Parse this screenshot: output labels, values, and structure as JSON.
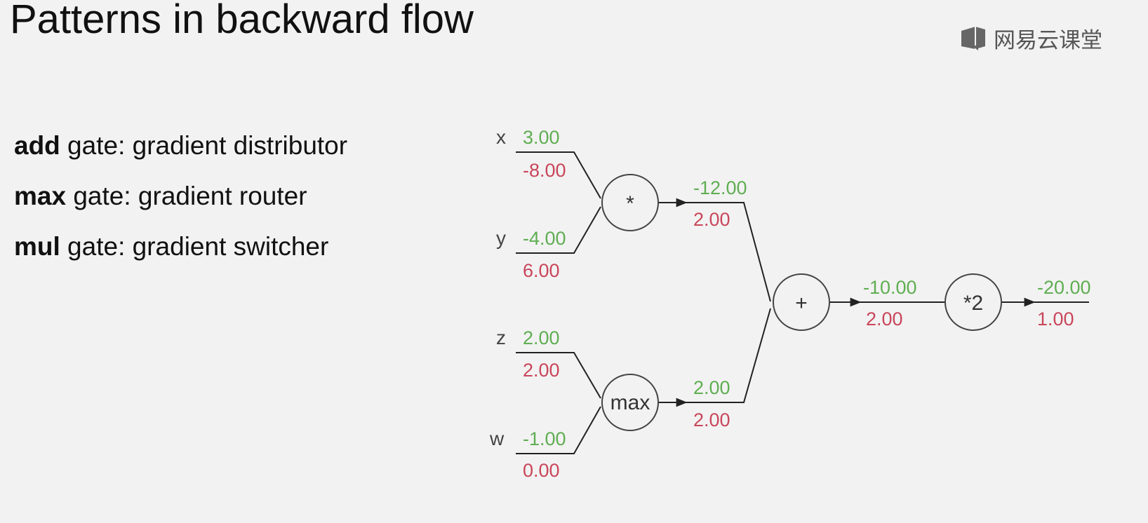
{
  "title": "Patterns in backward flow",
  "logo": {
    "text": "网易云课堂"
  },
  "bullets": [
    {
      "gate": "add",
      "rest": " gate: gradient distributor"
    },
    {
      "gate": "max",
      "rest": " gate: gradient router"
    },
    {
      "gate": "mul",
      "rest": " gate: gradient switcher"
    }
  ],
  "colors": {
    "forward": "#5fae52",
    "gradient": "#c9465a"
  },
  "graph": {
    "inputs": [
      {
        "name": "x",
        "forward": "3.00",
        "gradient": "-8.00"
      },
      {
        "name": "y",
        "forward": "-4.00",
        "gradient": "6.00"
      },
      {
        "name": "z",
        "forward": "2.00",
        "gradient": "2.00"
      },
      {
        "name": "w",
        "forward": "-1.00",
        "gradient": "0.00"
      }
    ],
    "gates": {
      "mul": "*",
      "max": "max",
      "add": "+",
      "scale": "*2"
    },
    "edges": {
      "mul_out": {
        "forward": "-12.00",
        "gradient": "2.00"
      },
      "max_out": {
        "forward": "2.00",
        "gradient": "2.00"
      },
      "add_out": {
        "forward": "-10.00",
        "gradient": "2.00"
      },
      "final_out": {
        "forward": "-20.00",
        "gradient": "1.00"
      }
    }
  }
}
